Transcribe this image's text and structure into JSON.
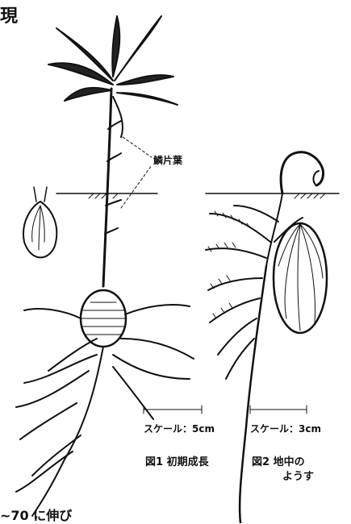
{
  "header_fragment": "現",
  "label_scale_leaf": "鱗片葉",
  "figure1": {
    "scale_label": "スケール：5cm",
    "caption": "図1 初期成長"
  },
  "figure2": {
    "scale_label": "スケール：3cm",
    "caption_line1": "図2 地中の",
    "caption_line2": "ようす"
  },
  "bottom_text": "~70 に伸び"
}
